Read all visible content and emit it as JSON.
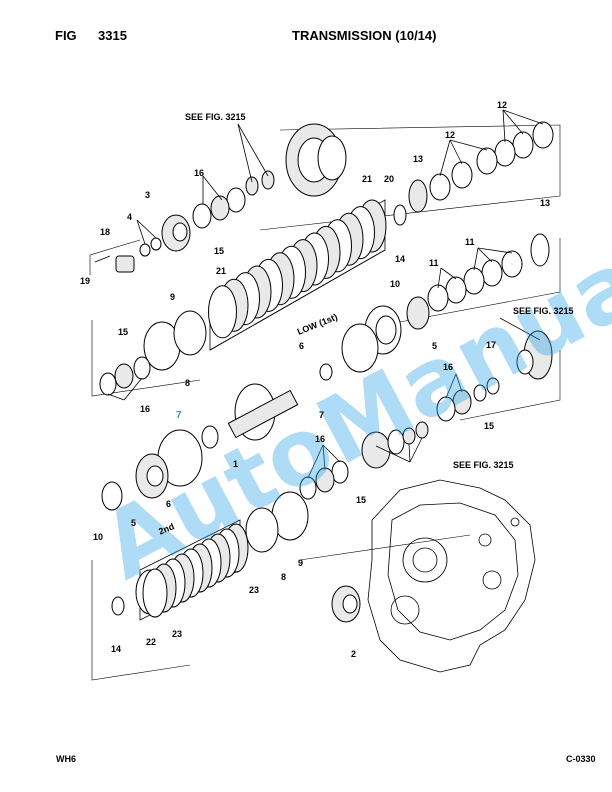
{
  "header": {
    "fig_label": "FIG",
    "fig_number": "3315",
    "title": "TRANSMISSION (10/14)"
  },
  "footer": {
    "left": "WH6",
    "right": "C-0330"
  },
  "watermark": "AutoManual",
  "callouts": {
    "see_fig_top": "SEE FIG. 3215",
    "see_fig_right": "SEE FIG. 3215",
    "see_fig_mid": "SEE FIG. 3215",
    "low_1st": "LOW (1st)",
    "second": "2nd"
  },
  "part_numbers": {
    "p12a": "12",
    "p12b": "12",
    "p13a": "13",
    "p13b": "13",
    "p21a": "21",
    "p20": "20",
    "p14a": "14",
    "p16a": "16",
    "p3": "3",
    "p4": "4",
    "p18": "18",
    "p19": "19",
    "p15a": "15",
    "p21b": "21",
    "p9a": "9",
    "p11a": "11",
    "p11b": "11",
    "p10a": "10",
    "p6a": "6",
    "p5a": "5",
    "p17": "17",
    "p15b": "15",
    "p8a": "8",
    "p16b": "16",
    "p7a": "7",
    "p7b": "7",
    "p16c": "16",
    "p15c": "15",
    "p1": "1",
    "p10b": "10",
    "p5b": "5",
    "p6b": "6",
    "p16d": "16",
    "p15d": "15",
    "p9b": "9",
    "p8b": "8",
    "p23a": "23",
    "p23b": "23",
    "p22": "22",
    "p14b": "14",
    "p2": "2"
  }
}
